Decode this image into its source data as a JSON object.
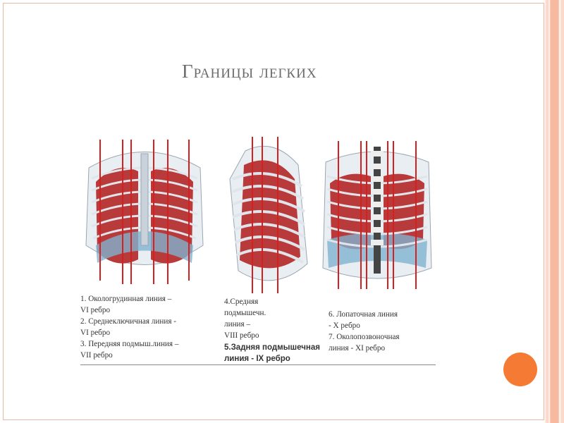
{
  "slide": {
    "title": "Границы легких",
    "accent_color": "#f57a33",
    "line_color": "#d61f1f"
  },
  "illustrations": [
    {
      "view": "front",
      "icon": "ribcage-front-icon"
    },
    {
      "view": "side",
      "icon": "ribcage-side-icon"
    },
    {
      "view": "back",
      "icon": "ribcage-back-icon"
    }
  ],
  "captions": {
    "left": [
      "1.    Окологрудинная линия –",
      "         VI    ребро",
      "2.   Среднеключичная линия -",
      "         VI   ребро",
      "3.   Передняя подмыш.линия –",
      "         VII ребро"
    ],
    "middle": [
      "4.Средняя",
      "   подмышечн.",
      "   линия –",
      "   VIII   ребро"
    ],
    "middle_bold": [
      "5.Задняя подмышечная",
      "   линия -    IX    ребро"
    ],
    "right": [
      "6. Лопаточная линия",
      "              -   X    ребро",
      "7. Околопозвоночная",
      "   линия  -    XI ребро"
    ]
  }
}
